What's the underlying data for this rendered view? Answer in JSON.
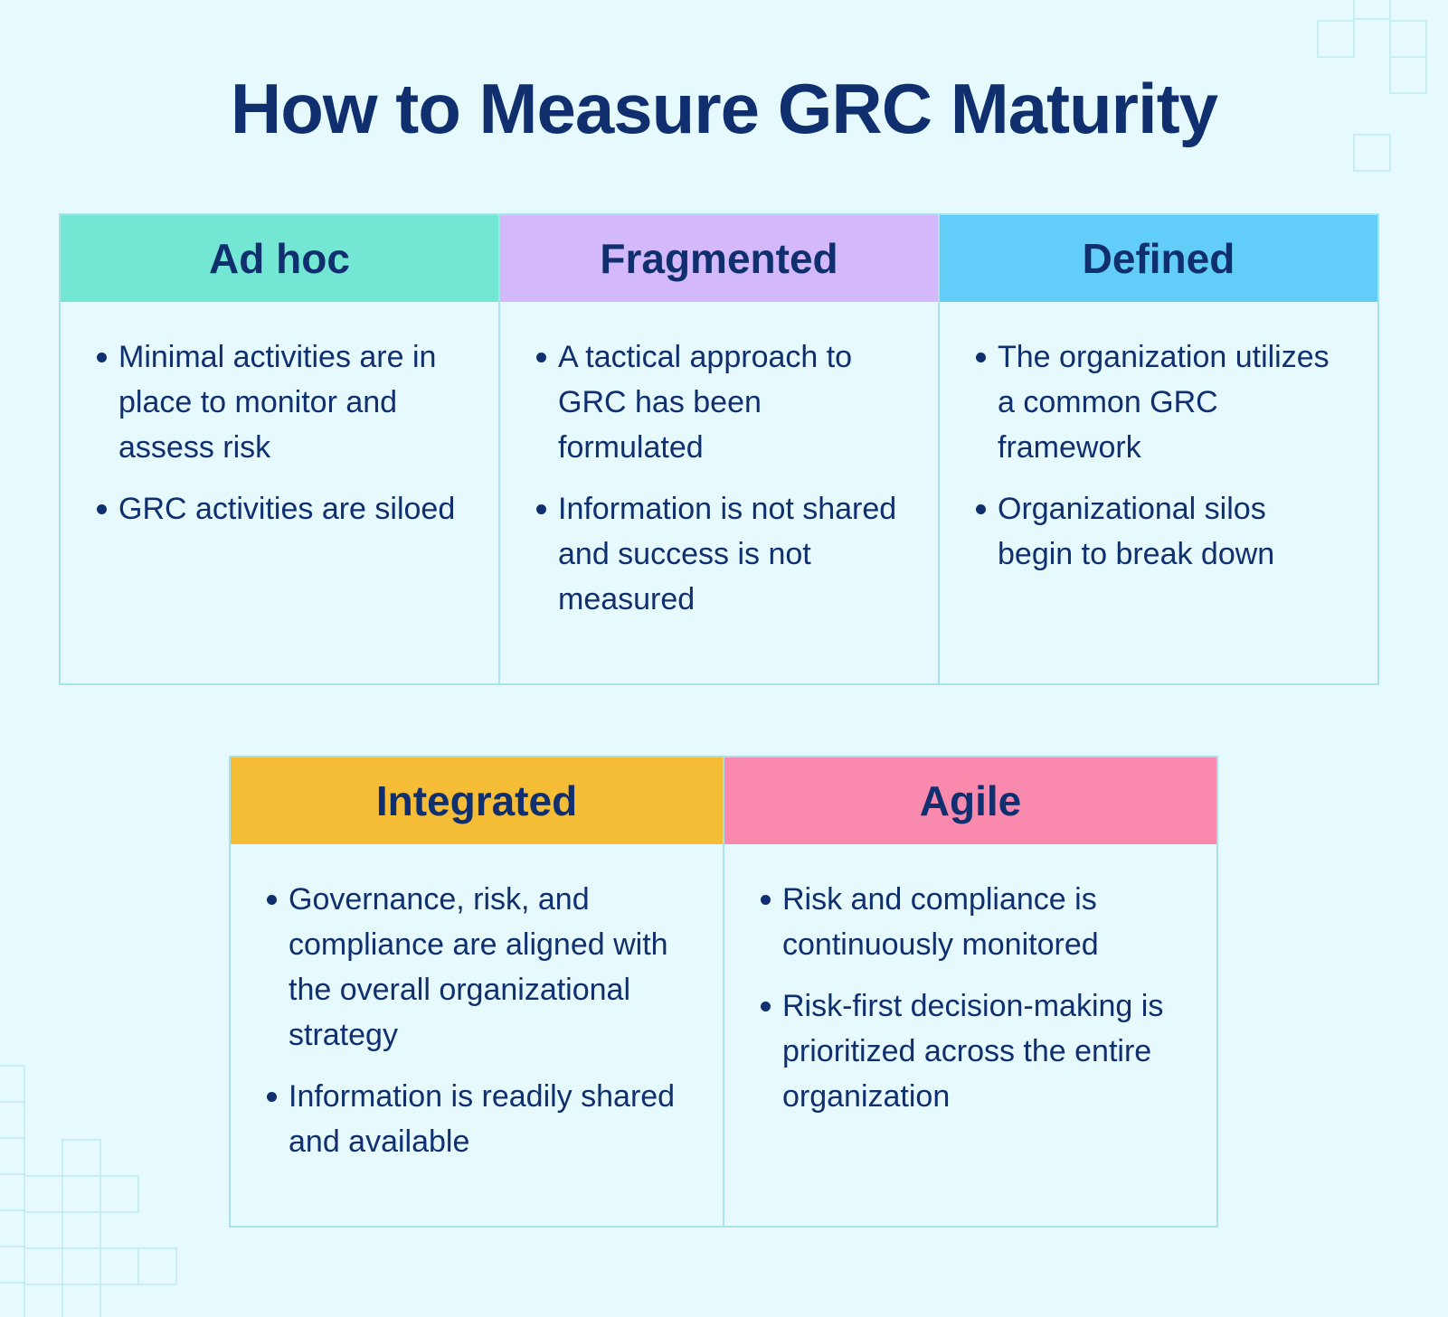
{
  "title": "How to Measure GRC Maturity",
  "stages": [
    {
      "name": "Ad hoc",
      "color": "#74e6d4",
      "points": [
        "Minimal activities are in place to monitor and assess risk",
        "GRC activities are siloed"
      ]
    },
    {
      "name": "Fragmented",
      "color": "#d3b8fb",
      "points": [
        "A tactical approach to GRC has been formulated",
        "Information is not shared and success is not measured"
      ]
    },
    {
      "name": "Defined",
      "color": "#62cdf8",
      "points": [
        "The organization utilizes a common GRC framework",
        "Organizational silos begin to break down"
      ]
    },
    {
      "name": "Integrated",
      "color": "#f5bd36",
      "points": [
        "Governance, risk, and compliance are aligned with the overall organizational strategy",
        "Information is readily shared and available"
      ]
    },
    {
      "name": "Agile",
      "color": "#f98aae",
      "points": [
        "Risk and compliance is continuously monitored",
        "Risk-first decision-making is prioritized across the entire organization"
      ]
    }
  ]
}
